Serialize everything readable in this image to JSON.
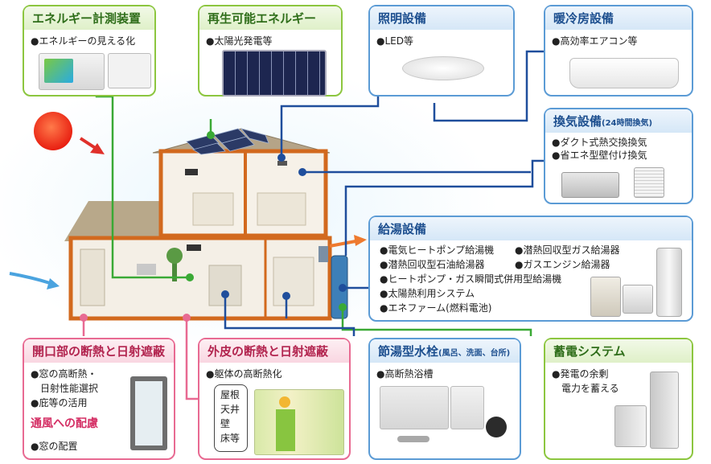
{
  "boxes": {
    "energy_meter": {
      "title": "エネルギー計測装置",
      "items": [
        "●エネルギーの見える化"
      ]
    },
    "renewable": {
      "title": "再生可能エネルギー",
      "items": [
        "●太陽光発電等"
      ]
    },
    "lighting": {
      "title": "照明設備",
      "items": [
        "●LED等"
      ]
    },
    "air_conditioning": {
      "title": "暖冷房設備",
      "items": [
        "●高効率エアコン等"
      ]
    },
    "ventilation": {
      "title": "換気設備",
      "title_note": "(24時間換気)",
      "items": [
        "●ダクト式熱交換換気",
        "●省エネ型壁付け換気"
      ]
    },
    "hot_water": {
      "title": "給湯設備",
      "items": [
        "●電気ヒートポンプ給湯機",
        "●潜熱回収型ガス給湯器",
        "●潜熱回収型石油給湯器",
        "●ガスエンジン給湯器",
        "●ヒートポンプ・ガス瞬間式併用型給湯機",
        "●太陽熱利用システム",
        "●エネファーム(燃料電池)"
      ]
    },
    "openings": {
      "title": "開口部の断熱と日射遮蔽",
      "items": [
        "●窓の高断熱・",
        "日射性能選択",
        "●庇等の活用"
      ],
      "subtitle": "通風への配慮",
      "items2": [
        "●窓の配置"
      ]
    },
    "envelope": {
      "title": "外皮の断熱と日射遮蔽",
      "items": [
        "●躯体の高断熱化"
      ],
      "parts": [
        "屋根",
        "天井",
        "壁",
        "床等"
      ]
    },
    "faucet": {
      "title": "節湯型水栓",
      "title_note": "(風呂、洗面、台所)",
      "items": [
        "●高断熱浴槽"
      ]
    },
    "storage": {
      "title": "蓄電システム",
      "items": [
        "●発電の余剰",
        "電力を蓄える"
      ]
    }
  },
  "colors": {
    "green": "#8cc63f",
    "blue": "#5b9bd5",
    "pink": "#e86a92",
    "line_blue": "#1f4e9c",
    "line_green": "#3aa935"
  },
  "icons": [
    "sun-icon",
    "solar-panel-icon",
    "led-light-icon",
    "air-conditioner-icon",
    "ventilation-unit-icon",
    "water-heater-icon",
    "battery-icon",
    "window-frame-icon",
    "faucet-icon"
  ]
}
